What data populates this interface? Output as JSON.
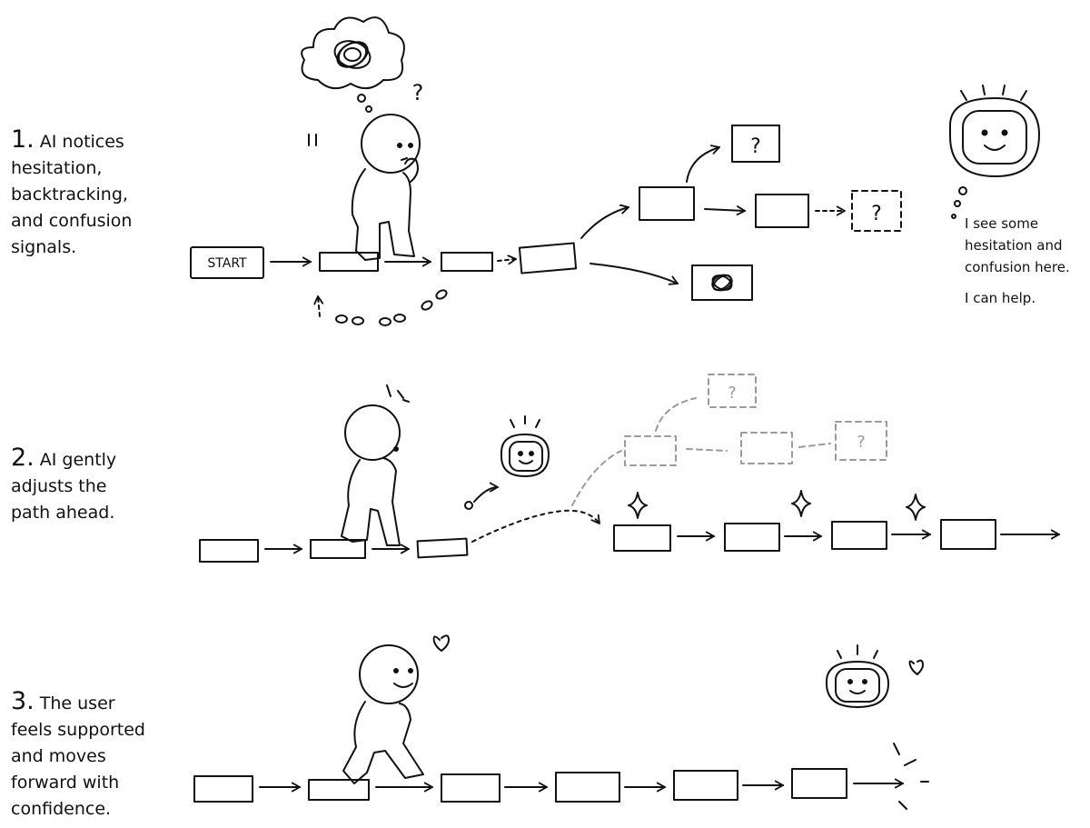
{
  "steps": [
    {
      "number": "1.",
      "text": "AI notices\nhesitation,\nbacktracking,\nand confusion\nsignals."
    },
    {
      "number": "2.",
      "text": "AI gently\nadjusts the\npath ahead."
    },
    {
      "number": "3.",
      "text": "The user\nfeels supported\nand moves\nforward with\nconfidence."
    }
  ],
  "scene1": {
    "start_label": "START",
    "question_mark": "?",
    "pause_mark": "II",
    "ai_thought_line1": "I see some",
    "ai_thought_line2": "hesitation and",
    "ai_thought_line3": "confusion here.",
    "ai_offer": "I can help."
  },
  "scene2": {
    "question_mark": "?"
  },
  "icons": {
    "user": "stick-figure-icon",
    "ai": "smiling-robot-face-icon",
    "confusion": "tangled-scribble-icon",
    "guidance": "sparkle-icon",
    "affection": "heart-icon"
  },
  "colors": {
    "ink": "#111111",
    "background": "#ffffff",
    "faded": "#9a9a9a"
  }
}
